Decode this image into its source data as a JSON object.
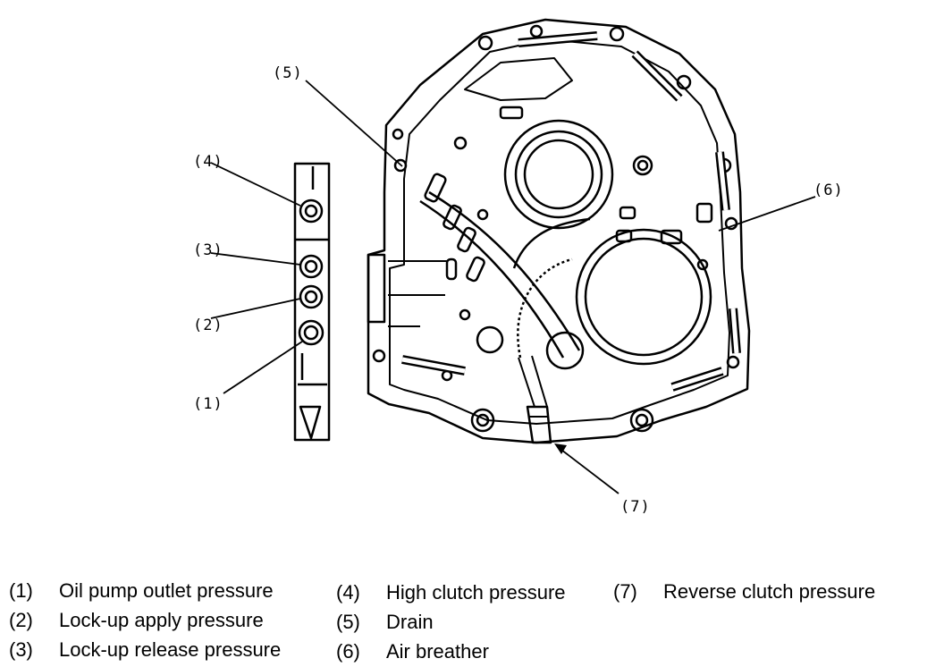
{
  "callouts": {
    "c1": "(1)",
    "c2": "(2)",
    "c3": "(3)",
    "c4": "(4)",
    "c5": "(5)",
    "c6": "(6)",
    "c7": "(7)"
  },
  "legend": [
    {
      "num": "(1)",
      "text": "Oil pump outlet pressure"
    },
    {
      "num": "(2)",
      "text": "Lock-up apply pressure"
    },
    {
      "num": "(3)",
      "text": "Lock-up release pressure"
    },
    {
      "num": "(4)",
      "text": "High clutch pressure"
    },
    {
      "num": "(5)",
      "text": "Drain"
    },
    {
      "num": "(6)",
      "text": "Air breather"
    },
    {
      "num": "(7)",
      "text": "Reverse clutch pressure"
    }
  ]
}
